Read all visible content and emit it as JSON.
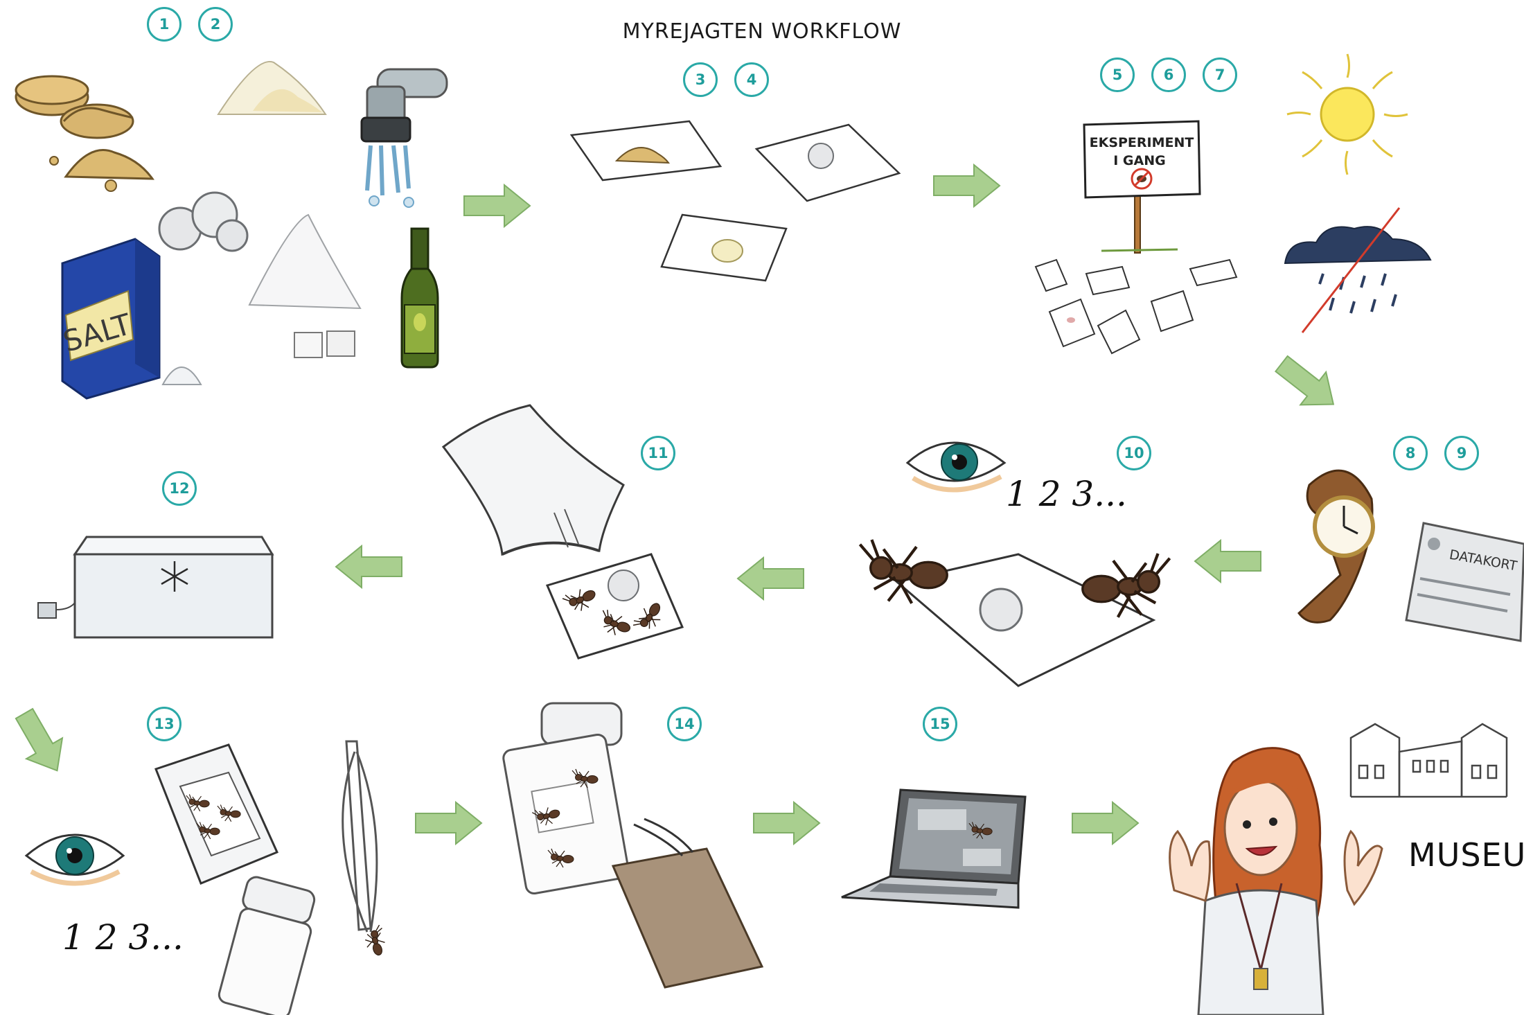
{
  "title": "MYREJAGTEN WORKFLOW",
  "colors": {
    "badge": "#2aa9a7",
    "arrow": "#a9cf8f",
    "arrow_edge": "#7fae66",
    "ant": "#5a3a26",
    "bottle": "#3f5a1c",
    "salt_box": "#2447a8",
    "freezer": "#ecf0f3",
    "hair": "#c8622c"
  },
  "steps": [
    "1",
    "2",
    "3",
    "4",
    "5",
    "6",
    "7",
    "8",
    "9",
    "10",
    "11",
    "12",
    "13",
    "14",
    "15"
  ],
  "labels": {
    "salt": "SALT",
    "sign_line1": "EKSPERIMENT",
    "sign_line2": "I GANG",
    "datakort": "DATAKORT",
    "count_top": "1 2 3...",
    "count_bottom": "1 2 3...",
    "museum": "MUSEUM"
  },
  "icons": [
    "bread-icon",
    "powder-icon",
    "cotton-icon",
    "tap-icon",
    "salt-box-icon",
    "sugar-icon",
    "oil-bottle-icon",
    "bait-card-icon",
    "sign-icon",
    "sun-icon",
    "rain-cloud-icon",
    "watch-icon",
    "datakort-card-icon",
    "eye-icon",
    "ant-icon",
    "plastic-bag-icon",
    "freezer-icon",
    "forceps-icon",
    "vial-icon",
    "envelope-icon",
    "laptop-icon",
    "museum-building-icon",
    "person-icon",
    "snowflake-icon"
  ]
}
